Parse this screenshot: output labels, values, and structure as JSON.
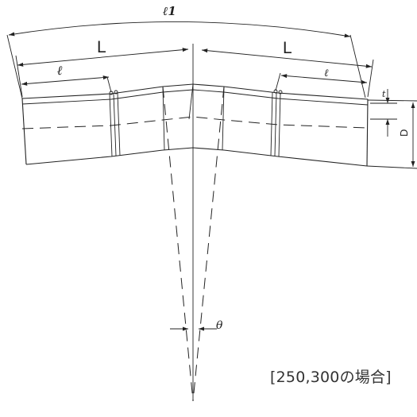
{
  "labels": {
    "l1": "ℓ1",
    "L_left": "L",
    "L_right": "L",
    "l_left": "ℓ",
    "l_right": "ℓ",
    "t": "t",
    "D": "D",
    "theta": "θ"
  },
  "caption": "[250,300の場合]"
}
